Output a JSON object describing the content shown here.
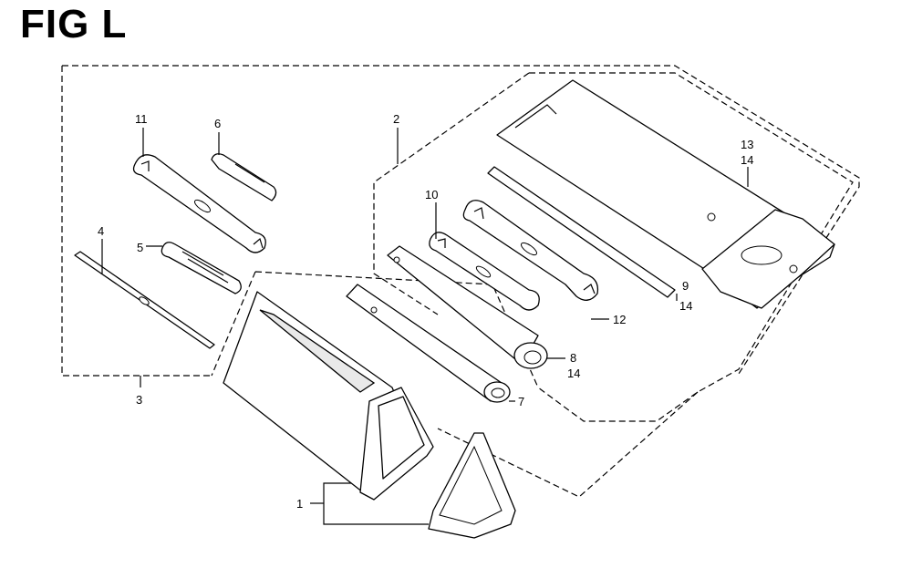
{
  "figure": {
    "title": "FIG L"
  },
  "labels": {
    "p1": "1",
    "p2": "2",
    "p3": "3",
    "p4": "4",
    "p5": "5",
    "p6": "6",
    "p7": "7",
    "p8a": "8",
    "p8b": "14",
    "p9a": "9",
    "p9b": "14",
    "p10": "10",
    "p11": "11",
    "p12": "12",
    "p13a": "13",
    "p13b": "14"
  }
}
